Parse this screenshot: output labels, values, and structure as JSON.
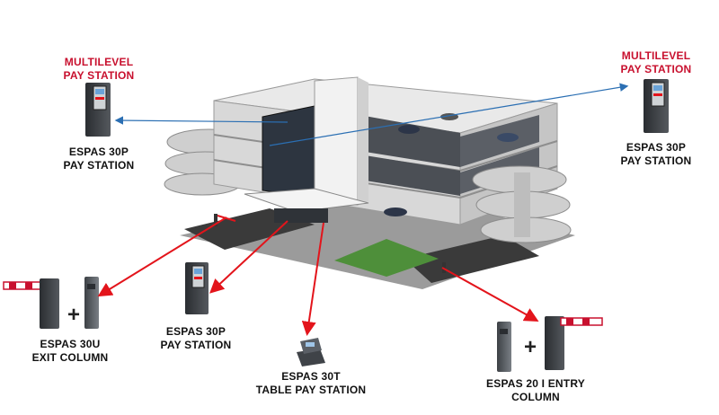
{
  "colors": {
    "highlight": "#c8102e",
    "arrow_red": "#e3141b",
    "arrow_blue": "#2b6fb3",
    "label_text": "#111111"
  },
  "labels": {
    "top_left": {
      "line1": "MULTILEVEL",
      "line2": "PAY STATION",
      "line3": "ESPAS 30P",
      "line4": "PAY STATION"
    },
    "top_right": {
      "line1": "MULTILEVEL",
      "line2": "PAY STATION",
      "line3": "ESPAS 30P",
      "line4": "PAY STATION"
    },
    "mid_left": {
      "line1": "ESPAS 30P",
      "line2": "PAY STATION"
    },
    "exit": {
      "line1": "ESPAS 30U",
      "line2": "EXIT COLUMN"
    },
    "table": {
      "line1": "ESPAS 30T",
      "line2": "TABLE PAY STATION"
    },
    "entry": {
      "line1": "ESPAS 20 I ENTRY",
      "line2": "COLUMN"
    }
  }
}
